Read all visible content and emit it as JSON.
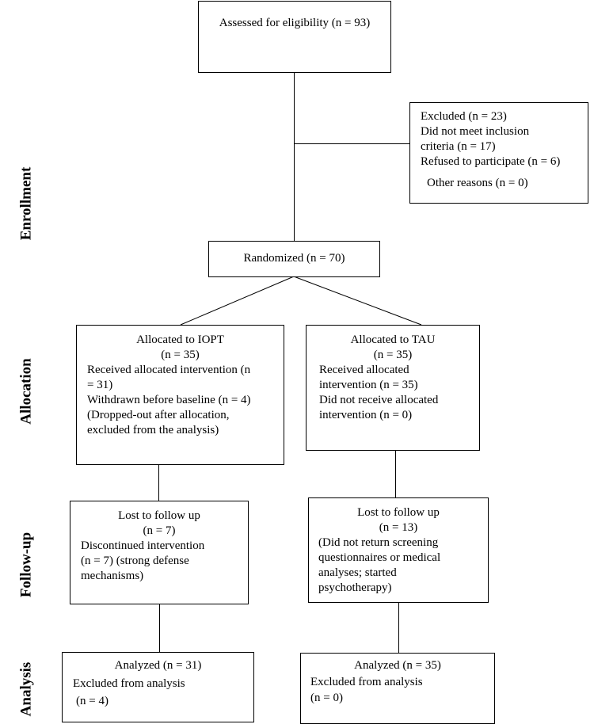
{
  "phases": {
    "enrollment": "Enrollment",
    "allocation": "Allocation",
    "follow_up": "Follow-up",
    "analysis": "Analysis"
  },
  "assessed": {
    "text": "Assessed for eligibility (n = 93)"
  },
  "excluded": {
    "lines": [
      "Excluded (n = 23)",
      "Did not meet inclusion",
      "criteria (n = 17)",
      "Refused to participate (n = 6)",
      "Other reasons (n = 0)"
    ]
  },
  "randomized": {
    "text": "Randomized (n = 70)"
  },
  "allocation_iopt": {
    "title": "Allocated to IOPT",
    "count": "(n = 35)",
    "lines": [
      "Received allocated intervention (n",
      "= 31)",
      "Withdrawn before baseline (n = 4)",
      "(Dropped-out after allocation,",
      "excluded from the analysis)"
    ]
  },
  "allocation_tau": {
    "title": "Allocated to TAU",
    "count": "(n = 35)",
    "lines": [
      "Received allocated",
      "intervention (n = 35)",
      "Did not receive allocated",
      "intervention (n = 0)"
    ]
  },
  "followup_iopt": {
    "title": "Lost to follow up",
    "count": "(n = 7)",
    "lines": [
      "Discontinued intervention",
      "(n = 7) (strong defense",
      "mechanisms)"
    ]
  },
  "followup_tau": {
    "title": "Lost to follow up",
    "count": "(n = 13)",
    "lines": [
      "(Did not return screening",
      "questionnaires or medical",
      "analyses; started",
      "psychotherapy)"
    ]
  },
  "analysis_iopt": {
    "title": "Analyzed (n = 31)",
    "lines": [
      "Excluded from analysis",
      "(n = 4)"
    ]
  },
  "analysis_tau": {
    "title": "Analyzed (n = 35)",
    "lines": [
      "Excluded from analysis",
      "(n = 0)"
    ]
  }
}
